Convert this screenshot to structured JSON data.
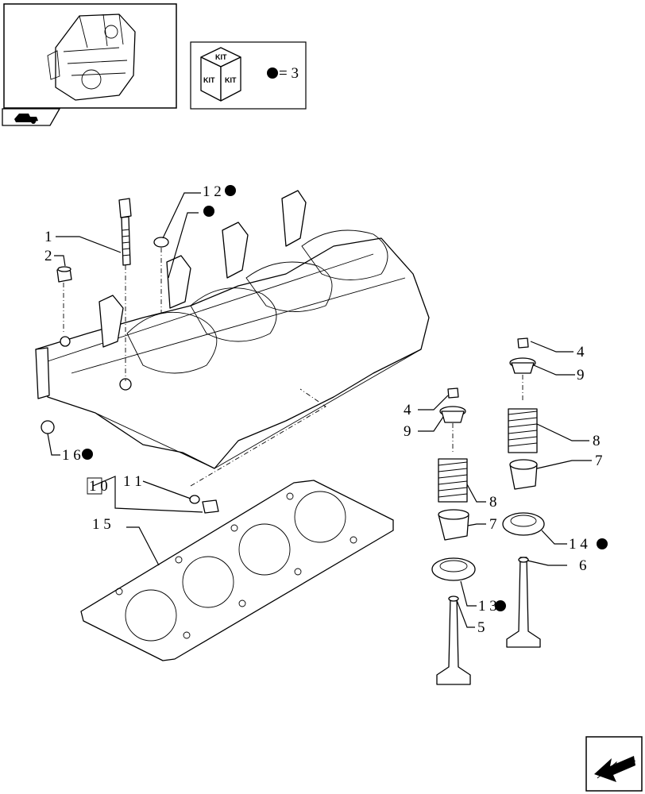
{
  "kit_box": {
    "kit_text": "KIT",
    "equals_text": "= 3"
  },
  "callouts": {
    "c1": "1",
    "c2": "2",
    "c4a": "4",
    "c9a": "9",
    "c8a": "8",
    "c7a": "7",
    "c4b": "4",
    "c9b": "9",
    "c8b": "8",
    "c7b": "7",
    "c6": "6",
    "c5": "5",
    "c10": "1 0",
    "c11": "1 1",
    "c12": "1 2",
    "c13": "1 3",
    "c14": "1 4",
    "c15": "1 5",
    "c16": "1 6"
  },
  "icons": {
    "thumbnail": "engine-thumbnail-icon",
    "nav_tab": "tractor-nav-icon",
    "next_page": "next-page-arrow-icon",
    "kit_marker": "kit-dot-icon"
  }
}
